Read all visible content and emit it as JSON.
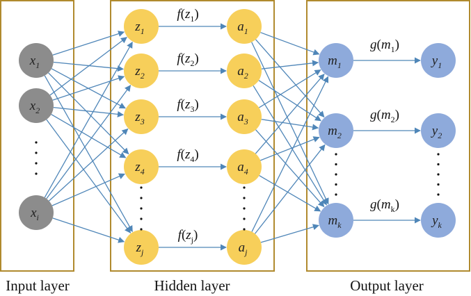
{
  "layers": {
    "input": {
      "label": "Input layer"
    },
    "hidden": {
      "label": "Hidden layer"
    },
    "output": {
      "label": "Output layer"
    }
  },
  "input_nodes": [
    {
      "var": "x",
      "sub": "1"
    },
    {
      "var": "x",
      "sub": "2"
    },
    {
      "var": "x",
      "sub": "i"
    }
  ],
  "hidden_z_nodes": [
    {
      "var": "z",
      "sub": "1"
    },
    {
      "var": "z",
      "sub": "2"
    },
    {
      "var": "z",
      "sub": "3"
    },
    {
      "var": "z",
      "sub": "4"
    },
    {
      "var": "z",
      "sub": "j"
    }
  ],
  "hidden_a_nodes": [
    {
      "var": "a",
      "sub": "1"
    },
    {
      "var": "a",
      "sub": "2"
    },
    {
      "var": "a",
      "sub": "3"
    },
    {
      "var": "a",
      "sub": "4"
    },
    {
      "var": "a",
      "sub": "j"
    }
  ],
  "activation_labels": [
    {
      "fn": "f",
      "var": "z",
      "sub": "1"
    },
    {
      "fn": "f",
      "var": "z",
      "sub": "2"
    },
    {
      "fn": "f",
      "var": "z",
      "sub": "3"
    },
    {
      "fn": "f",
      "var": "z",
      "sub": "4"
    },
    {
      "fn": "f",
      "var": "z",
      "sub": "j"
    }
  ],
  "output_m_nodes": [
    {
      "var": "m",
      "sub": "1"
    },
    {
      "var": "m",
      "sub": "2"
    },
    {
      "var": "m",
      "sub": "k"
    }
  ],
  "output_y_nodes": [
    {
      "var": "y",
      "sub": "1"
    },
    {
      "var": "y",
      "sub": "2"
    },
    {
      "var": "y",
      "sub": "k"
    }
  ],
  "output_fn_labels": [
    {
      "fn": "g",
      "var": "m",
      "sub": "1"
    },
    {
      "fn": "g",
      "var": "m",
      "sub": "2"
    },
    {
      "fn": "g",
      "var": "m",
      "sub": "k"
    }
  ],
  "colors": {
    "input_node": "#8c8c8c",
    "hidden_node": "#f7cf5a",
    "output_node": "#8eaadb",
    "edge": "#4f86b8",
    "layer_border": "#b08a2e"
  }
}
